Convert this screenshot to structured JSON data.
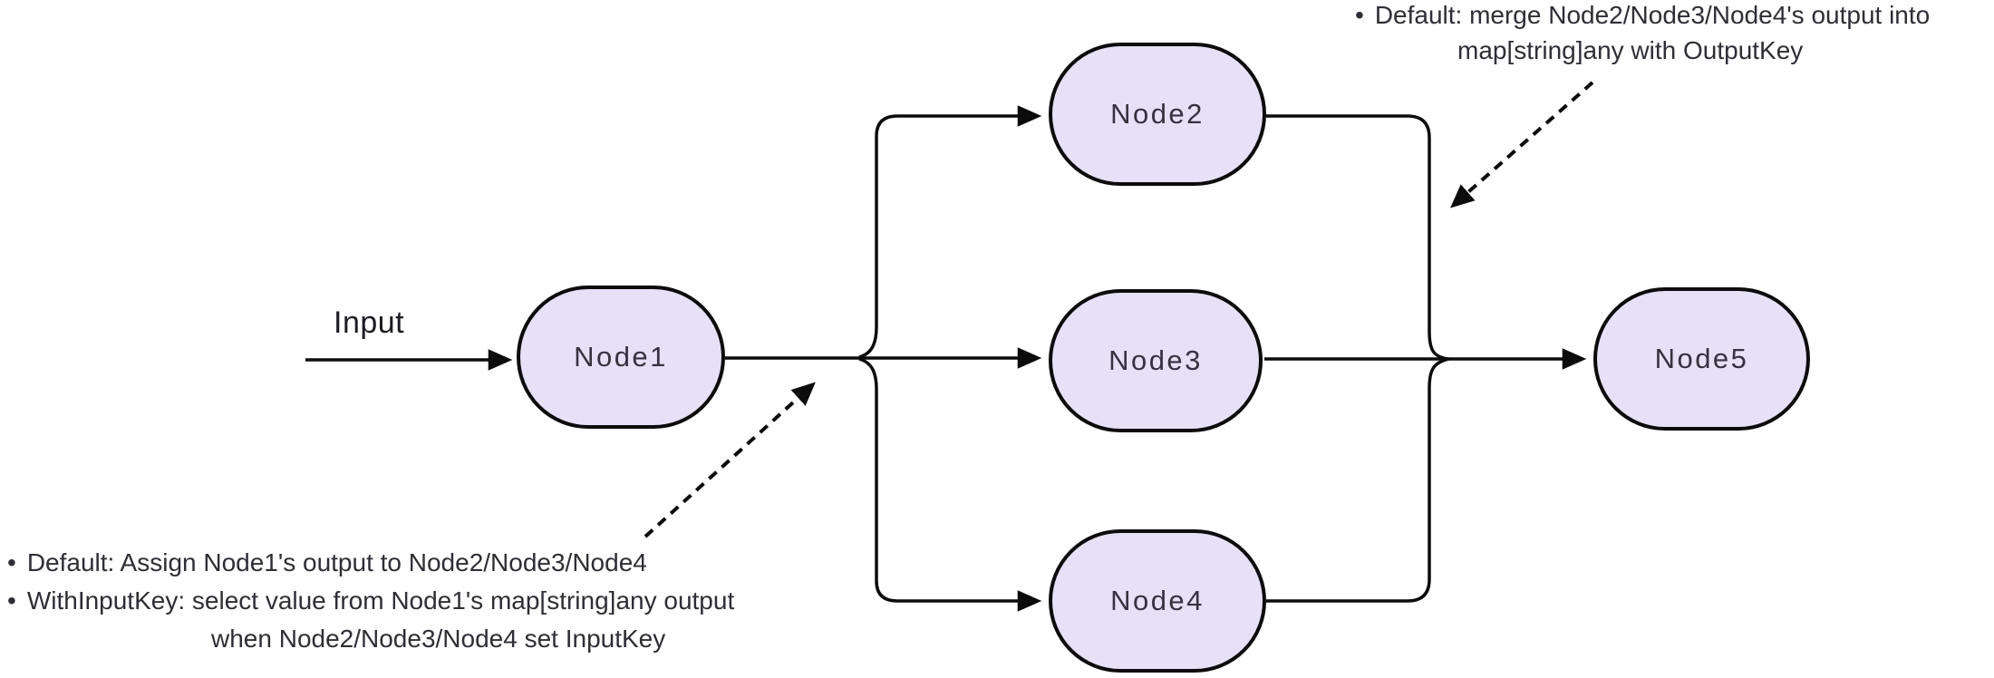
{
  "diagram": {
    "input_label": "Input",
    "bullet": "•",
    "nodes": [
      {
        "id": "node1",
        "label": "Node1"
      },
      {
        "id": "node2",
        "label": "Node2"
      },
      {
        "id": "node3",
        "label": "Node3"
      },
      {
        "id": "node4",
        "label": "Node4"
      },
      {
        "id": "node5",
        "label": "Node5"
      }
    ],
    "annotations": {
      "top_right": {
        "line1": "Default: merge Node2/Node3/Node4's output into",
        "line2": "map[string]any with OutputKey"
      },
      "bottom_left": {
        "item1": "Default: Assign Node1's output to Node2/Node3/Node4",
        "item2_line1": "WithInputKey: select value from Node1's map[string]any output",
        "item2_line2": "when Node2/Node3/Node4 set InputKey"
      }
    },
    "colors": {
      "node_fill": "#e7e1f8",
      "node_border": "#0c0c0c",
      "edge": "#0c0c0c",
      "text": "#2e2e36"
    }
  }
}
